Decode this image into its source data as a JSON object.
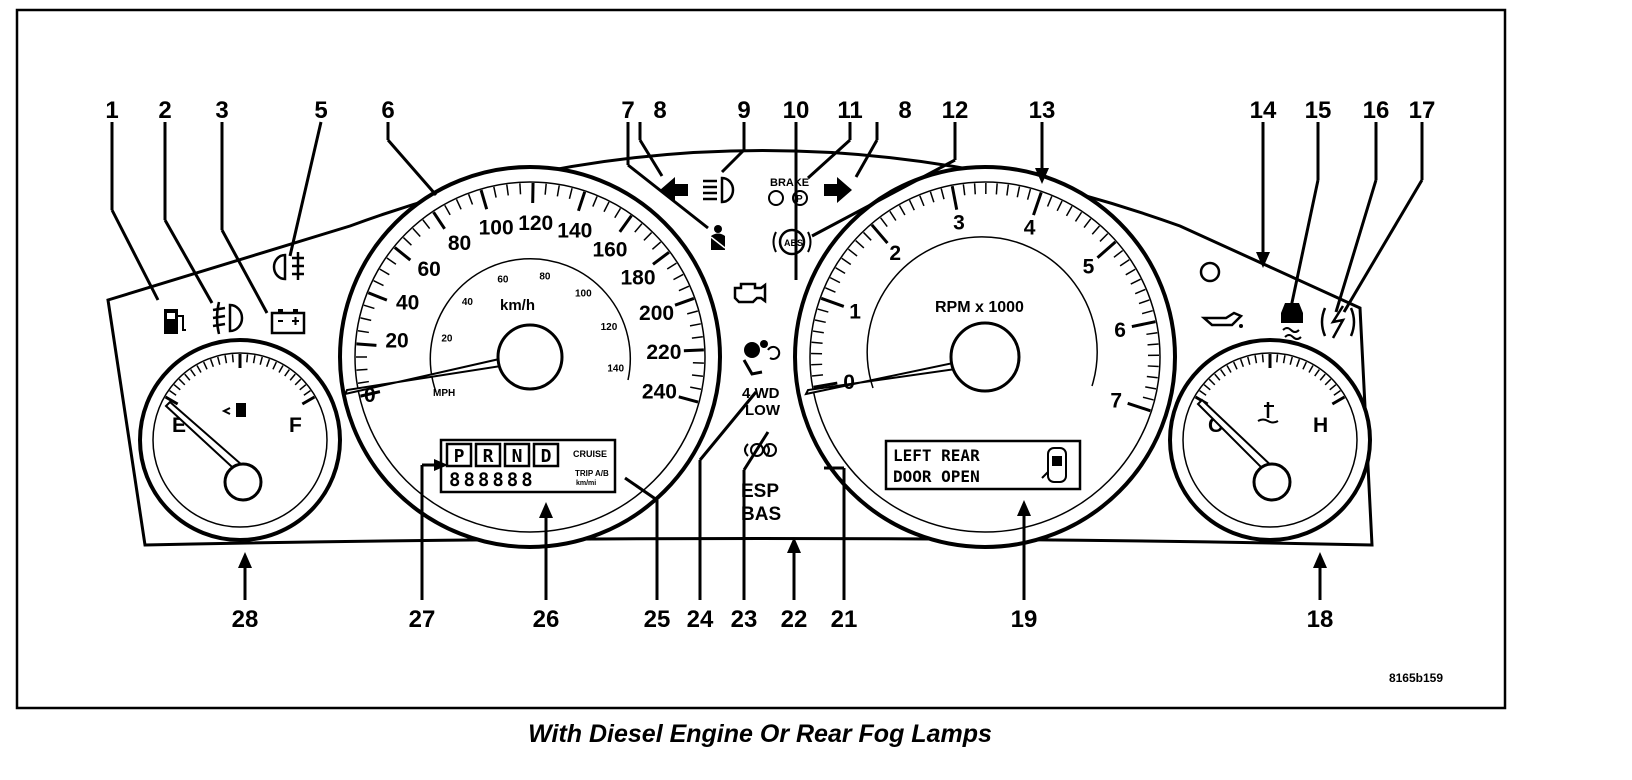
{
  "caption": "With Diesel Engine Or Rear Fog Lamps",
  "figure_code": "8165b159",
  "callouts": [
    "1",
    "2",
    "3",
    "5",
    "6",
    "7",
    "8",
    "9",
    "10",
    "11",
    "8",
    "12",
    "13",
    "14",
    "15",
    "16",
    "17",
    "28",
    "27",
    "26",
    "25",
    "24",
    "23",
    "22",
    "21",
    "19",
    "18"
  ],
  "speedometer": {
    "kmh_scale": [
      "20",
      "40",
      "60",
      "80",
      "100",
      "120",
      "140",
      "160",
      "180",
      "200",
      "220",
      "240"
    ],
    "mph_scale": [
      "20",
      "40",
      "60",
      "80",
      "100",
      "120",
      "140"
    ],
    "unit_kmh": "km/h",
    "unit_mph": "MPH",
    "zero_label": "0"
  },
  "tachometer": {
    "scale": [
      "0",
      "1",
      "2",
      "3",
      "4",
      "5",
      "6",
      "7"
    ],
    "unit": "RPM x 1000"
  },
  "fuel_gauge": {
    "empty": "E",
    "full": "F"
  },
  "temp_gauge": {
    "cold": "C",
    "hot": "H"
  },
  "odometer": {
    "gear": [
      "P",
      "R",
      "N",
      "D"
    ],
    "digits": "888888",
    "cruise": "CRUISE",
    "trip_label": "TRIP A/B",
    "trip_unit": "km/mi"
  },
  "indicators": {
    "four_wd": "4 WD",
    "low": "LOW",
    "esp": "ESP",
    "bas": "BAS",
    "brake": "BRAKE",
    "abs": "ABS",
    "parking_p": "P"
  },
  "message_display": {
    "line1": "LEFT REAR",
    "line2": "DOOR OPEN"
  }
}
